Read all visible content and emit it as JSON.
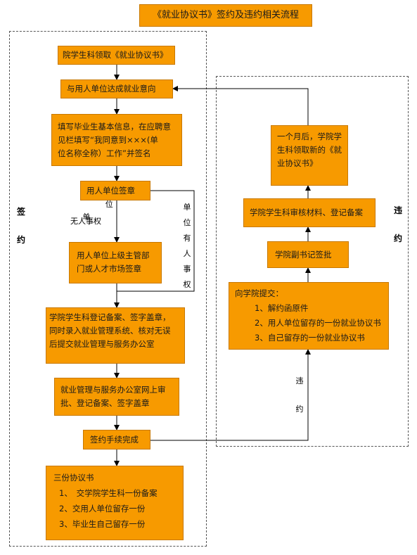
{
  "title": "《就业协议书》签约及违约相关流程",
  "regions": {
    "left_label_1": "签",
    "left_label_2": "约",
    "right_label_1": "违",
    "right_label_2": "约"
  },
  "sign": {
    "step1": "院学生科领取《就业协议书》",
    "step2": "与用人单位达成就业意向",
    "step3": [
      "填写毕业生基本信息，在应聘意",
      "见栏填写“我同意到×××(单",
      "位名称全称）工作”并签名"
    ],
    "step4": "用人单位签章",
    "branch_left": [
      "单",
      "位",
      "无人事权"
    ],
    "branch_right": [
      "单",
      "位",
      "有",
      "人",
      "事",
      "权"
    ],
    "step5": [
      "用人单位上级主管部",
      "门或人才市场签章"
    ],
    "step6": [
      "学院学生科登记备案、签字盖章，",
      "同时录入就业管理系统、核对无误",
      "后提交就业管理与服务办公室"
    ],
    "step7": [
      "就业管理与服务办公室网上审",
      "批、登记备案、签字盖章"
    ],
    "step8": "签约手续完成",
    "step9": [
      "三份协议书",
      "1、　交学院学生科一份备案",
      "2、交用人单位留存一份",
      "3、毕业生自己留存一份"
    ]
  },
  "breach": {
    "arrow_label": [
      "违",
      "约"
    ],
    "step1": [
      "向学院提交：",
      "1、解约函原件",
      "2、用人单位留存的一份就业协议书",
      "3、自己留存的一份就业协议书"
    ],
    "step2": "学院副书记签批",
    "step3": "学院学生科审核材料、登记备案",
    "step4": [
      "一个月后，学院学",
      "生科领取新的《就",
      "业协议书》"
    ]
  },
  "colors": {
    "box_fill": "#f79a00",
    "box_border": "#c87800",
    "arrow": "#000000",
    "dash": "#555555"
  }
}
